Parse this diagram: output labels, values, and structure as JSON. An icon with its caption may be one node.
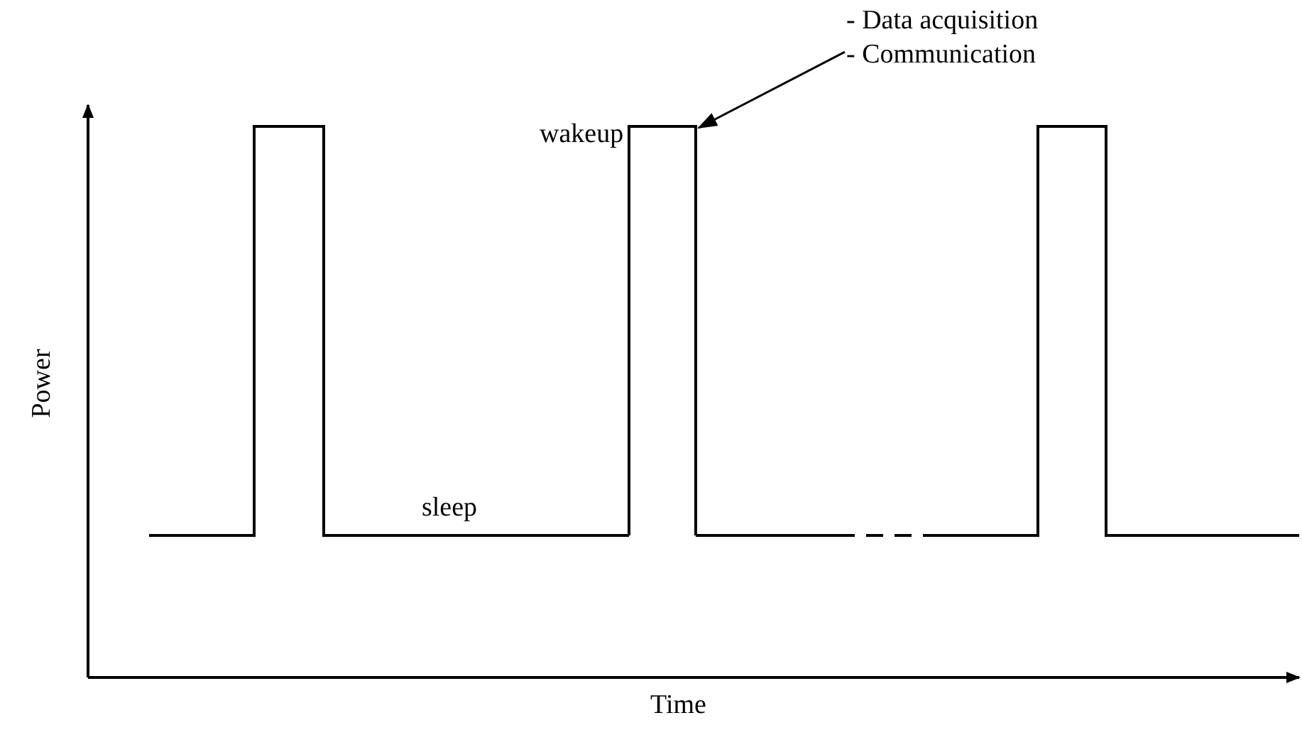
{
  "diagram": {
    "nodes": [
      {
        "text": [
          "- Data acquisition",
          "- Communication"
        ]
      },
      {
        "text": [],
        "shape": "bar"
      }
    ],
    "edges": [
      {
        "from": 0,
        "to": 1,
        "arrow": "to"
      }
    ],
    "labels": [
      "wakeup",
      "Power",
      "sleep",
      "Time"
    ]
  }
}
